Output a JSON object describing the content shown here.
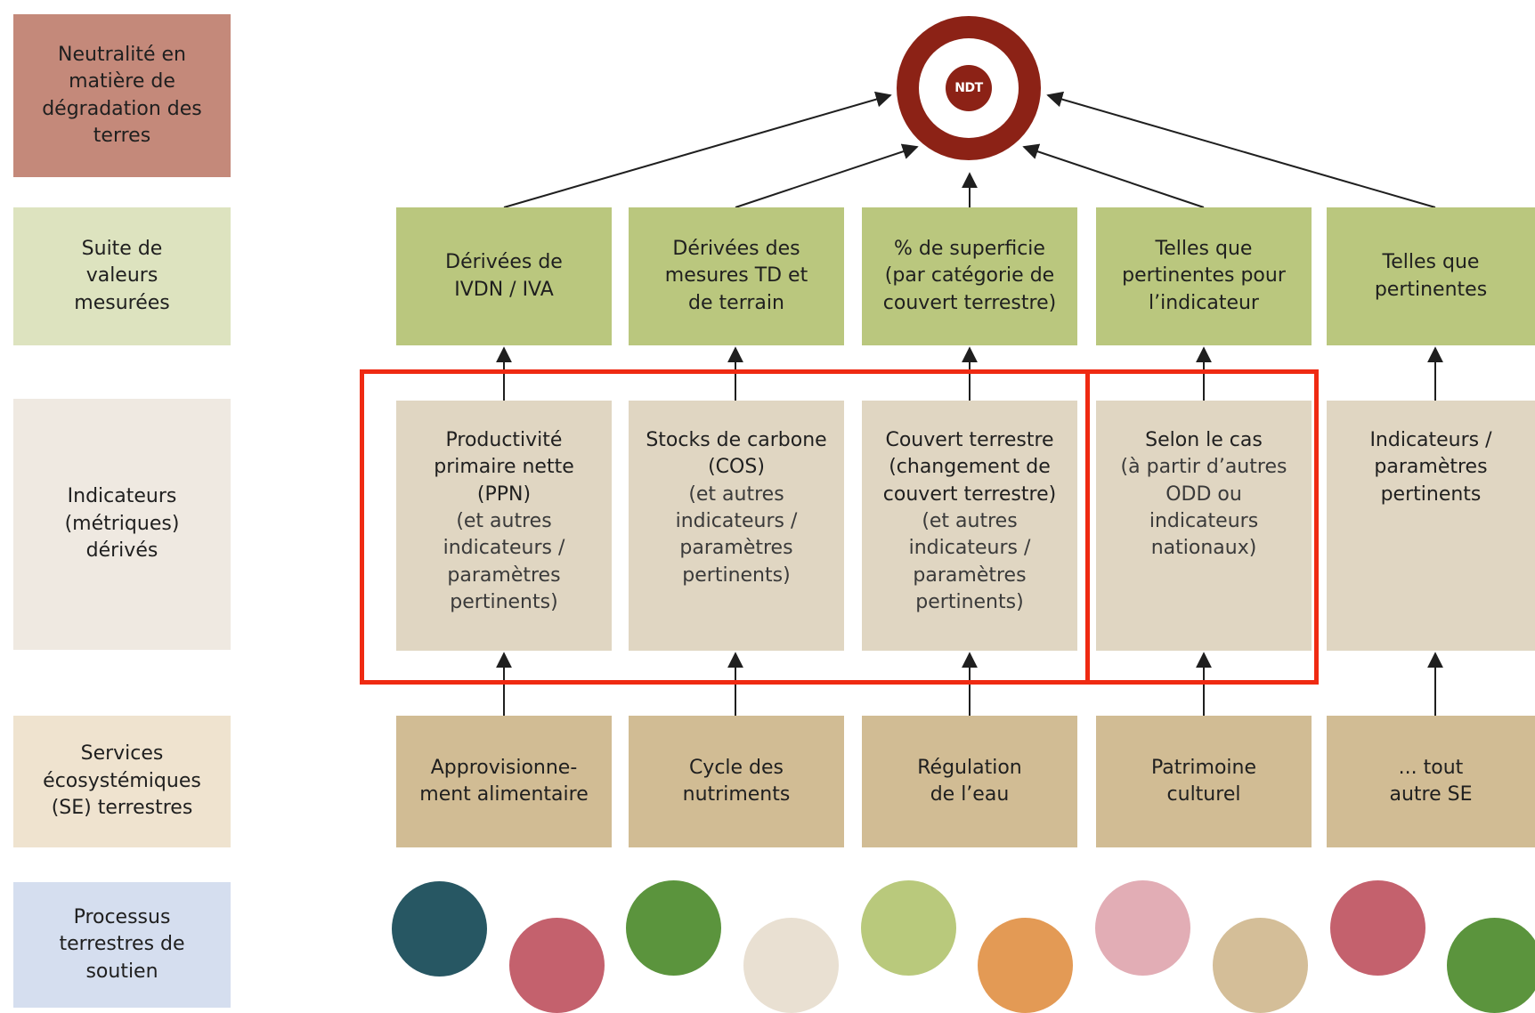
{
  "colors": {
    "row_ndt": "#c4897a",
    "row_values": "#dde3bf",
    "row_indicators": "#efe9e1",
    "row_services": "#efe3cf",
    "row_processes": "#d5deef",
    "value_box": "#bac77e",
    "indicator_box": "#e0d6c2",
    "service_box": "#d1bc94",
    "target": "#8c2216",
    "highlight": "#ef2a12",
    "arrow": "#1f1f1f"
  },
  "row_labels": {
    "ndt": "Neutralité en\nmatière de\ndégradation des\nterres",
    "values": "Suite de\nvaleurs\nmesurées",
    "indicators": "Indicateurs\n(métriques)\ndérivés",
    "services": "Services\nécosystémiques\n(SE) terrestres",
    "processes": "Processus\nterrestres de\nsoutien"
  },
  "target": {
    "label": "NDT"
  },
  "values": [
    "Dérivées de\nIVDN / IVA",
    "Dérivées des\nmesures TD et\nde terrain",
    "% de superficie\n(par catégorie de\ncouvert terrestre)",
    "Telles que\npertinentes pour\nl’indicateur",
    "Telles que\npertinentes"
  ],
  "indicators": [
    {
      "main": "Productivité\nprimaire nette\n(PPN)",
      "sub": "(et autres\nindicateurs /\nparamètres\npertinents)"
    },
    {
      "main": "Stocks de carbone\n(COS)",
      "sub": "(et autres\nindicateurs /\nparamètres\npertinents)"
    },
    {
      "main": "Couvert terrestre\n(changement de\ncouvert terrestre)",
      "sub": "(et autres\nindicateurs /\nparamètres\npertinents)"
    },
    {
      "main": "Selon le cas",
      "sub": "(à partir d’autres\nODD ou\nindicateurs\nnationaux)"
    },
    {
      "main": "Indicateurs /\nparamètres\npertinents",
      "sub": ""
    }
  ],
  "services": [
    "Approvisionne-\nment alimentaire",
    "Cycle des\nnutriments",
    "Régulation\nde l’eau",
    "Patrimoine\nculturel",
    "... tout\nautre SE"
  ],
  "process_circle_colors": [
    "#275763",
    "#c4616d",
    "#5b943d",
    "#e9e0d2",
    "#b9c97c",
    "#e39a55",
    "#e2adb5",
    "#d4be98",
    "#c4616d",
    "#5b943d"
  ]
}
